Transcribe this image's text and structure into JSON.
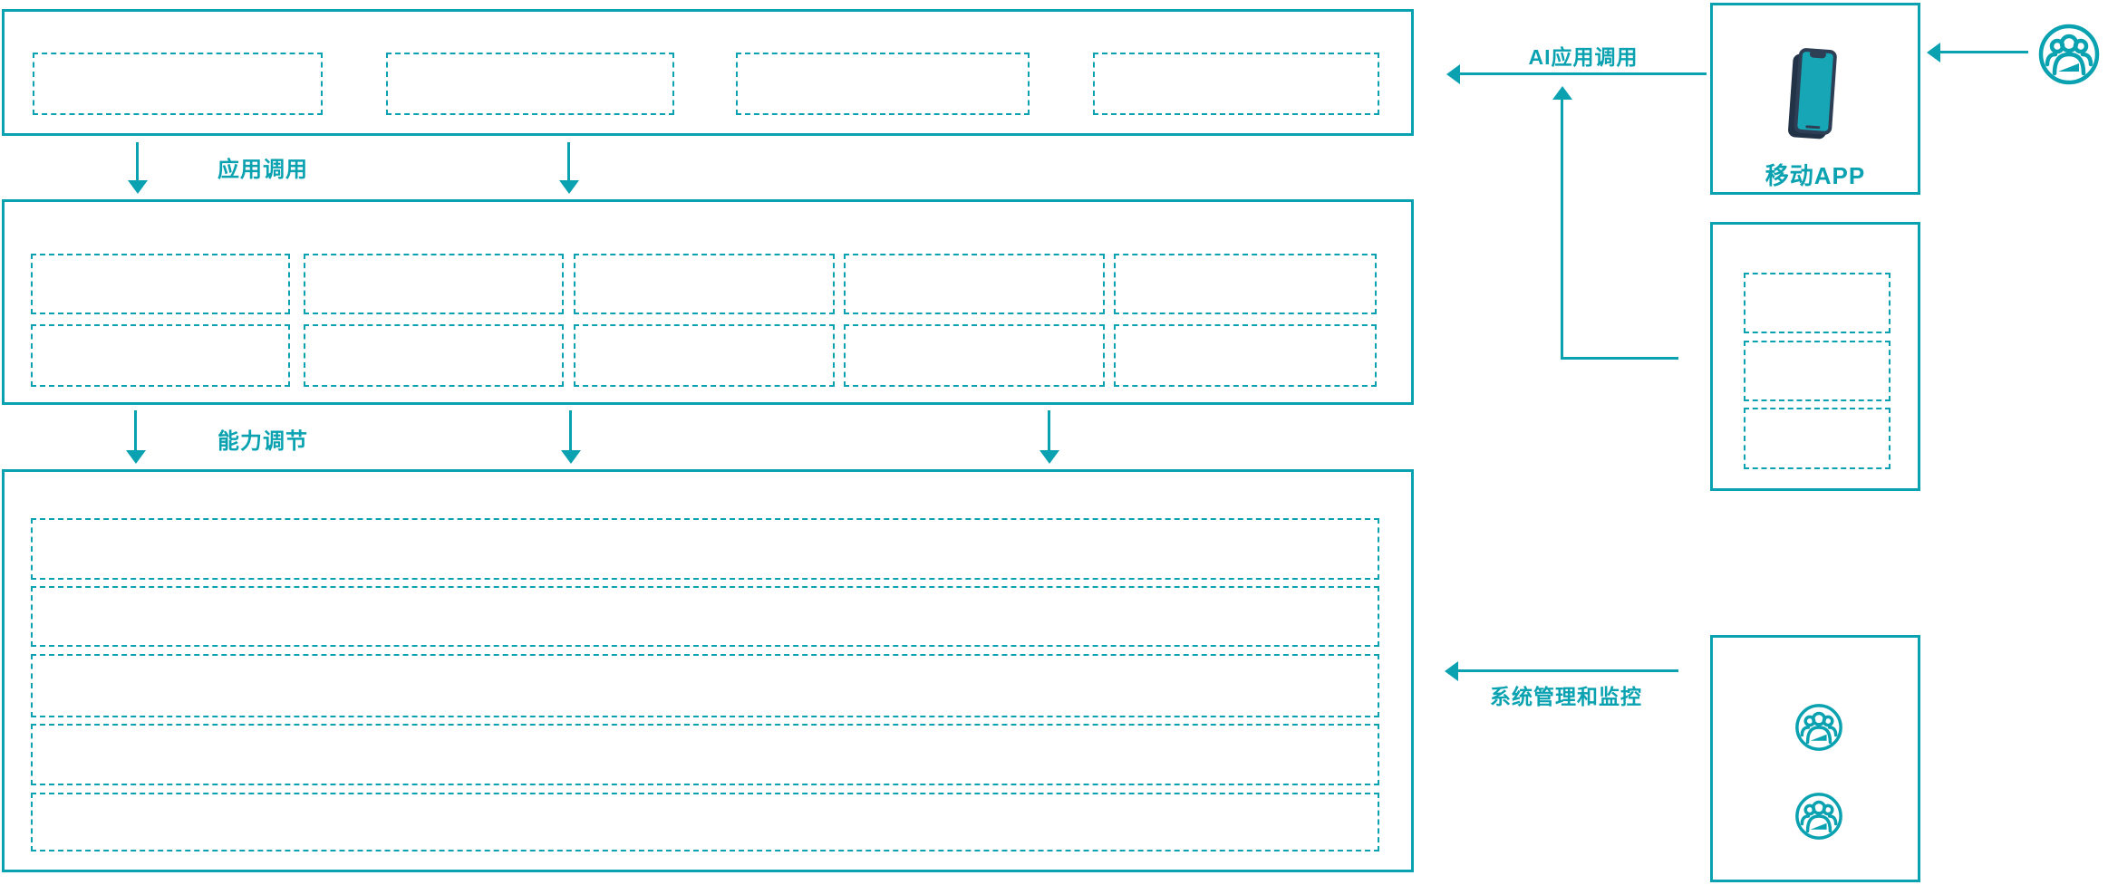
{
  "accent": "#0aa2b1",
  "phone_colors": {
    "frame": "#2d3e55",
    "frame_dark": "#223247",
    "screen": "#16a6b6"
  },
  "flow_labels": {
    "app_call": "应用调用",
    "capability_tuning": "能力调节",
    "ai_app_call": "AI应用调用",
    "system_management": "系统管理和监控"
  },
  "right_column": {
    "mobile_app_label": "移动APP"
  }
}
